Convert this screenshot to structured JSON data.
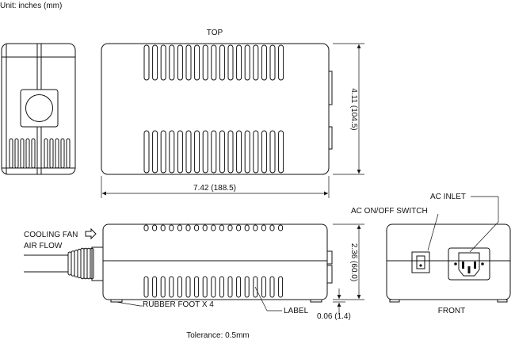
{
  "header": {
    "unit_label": "Unit: inches (mm)"
  },
  "views": {
    "top": "TOP",
    "front": "FRONT"
  },
  "dimensions": {
    "length": "7.42 (188.5)",
    "width": "4.11 (104.5)",
    "height": "2.36 (60.0)",
    "foot": "0.06 (1.4)"
  },
  "callouts": {
    "cooling_fan": "COOLING FAN",
    "air_flow": "AIR FLOW",
    "rubber_foot": "RUBBER FOOT X 4",
    "label": "LABEL",
    "switch": "AC ON/OFF SWITCH",
    "inlet": "AC INLET"
  },
  "footer": {
    "tolerance": "Tolerance: 0.5mm"
  }
}
